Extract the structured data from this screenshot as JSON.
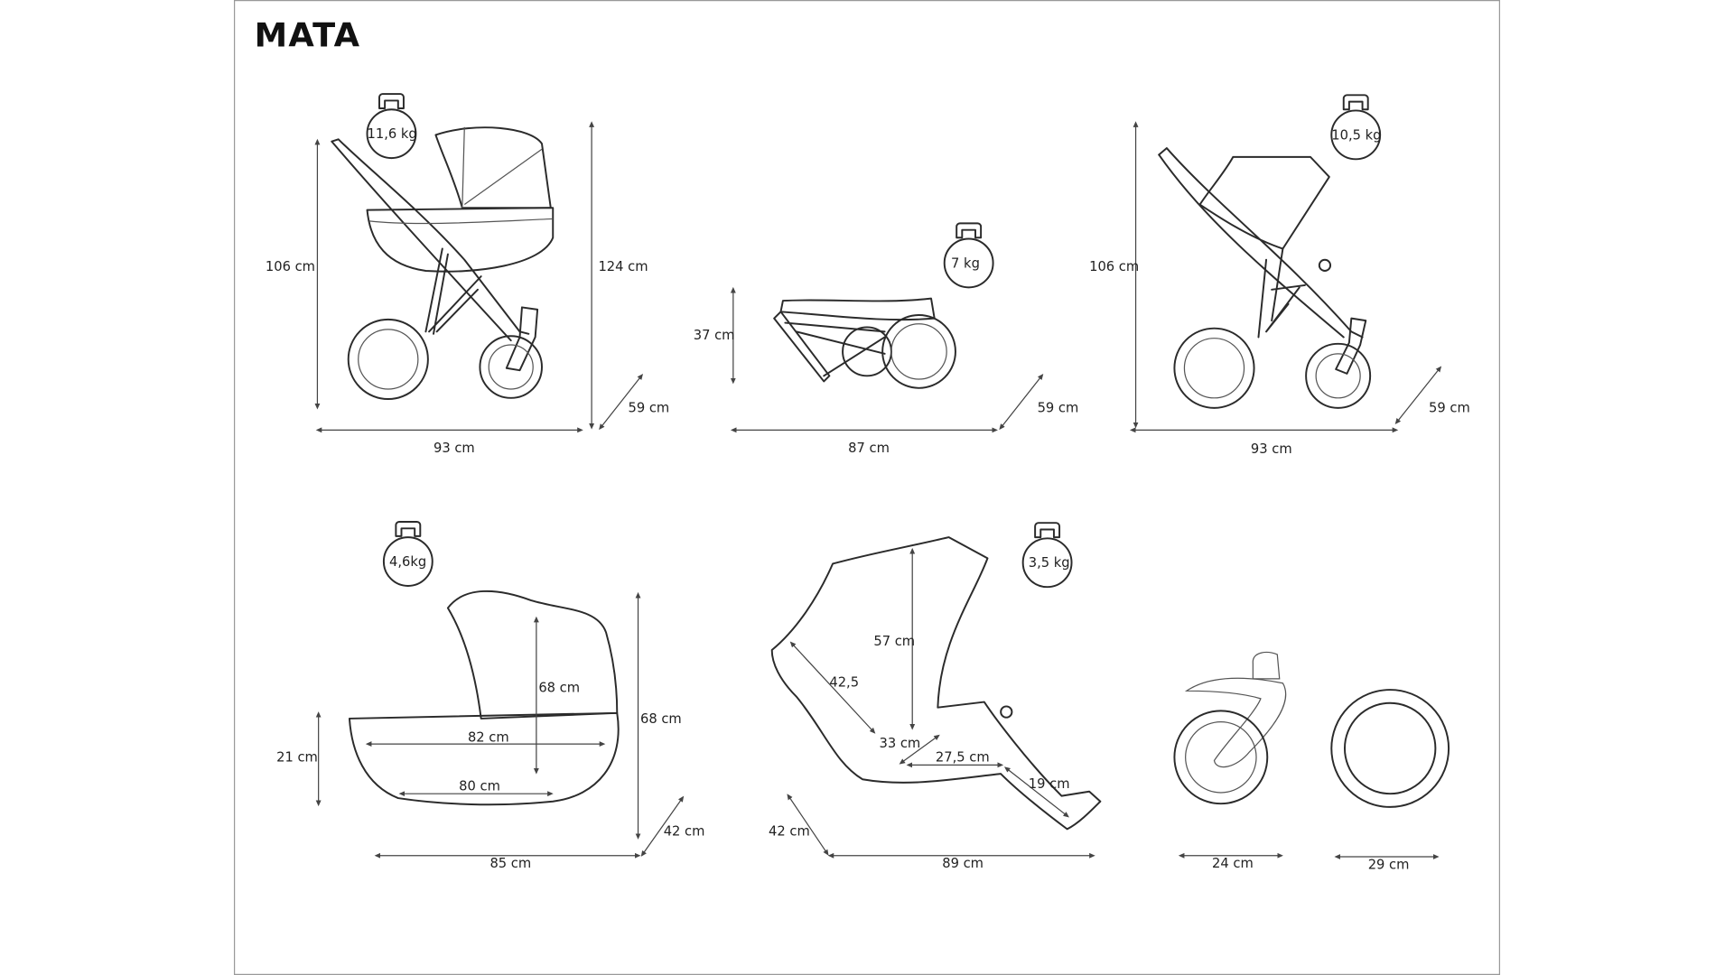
{
  "brand": "MATA",
  "views": {
    "pram": {
      "weight": "11,6 kg",
      "height": "106 cm",
      "total_height": "124 cm",
      "depth": "59 cm",
      "length": "93 cm"
    },
    "folded": {
      "weight": "7 kg",
      "height": "37 cm",
      "depth": "59 cm",
      "length": "87 cm"
    },
    "stroller": {
      "weight": "10,5 kg",
      "height": "106 cm",
      "depth": "59 cm",
      "length": "93 cm"
    },
    "carrycot": {
      "weight": "4,6kg",
      "height": "21 cm",
      "canopy_height": "68 cm",
      "total_height": "68 cm",
      "top_length": "82 cm",
      "bottom_length": "80 cm",
      "depth": "42 cm",
      "length": "85 cm"
    },
    "seat": {
      "weight": "3,5 kg",
      "back_height": "57 cm",
      "back_length": "42,5",
      "seat_depth": "33 cm",
      "seat_length": "27,5 cm",
      "leg_rest": "19 cm",
      "depth": "42 cm",
      "length": "89 cm"
    },
    "front_wheel": {
      "size": "24 cm"
    },
    "rear_wheel": {
      "size": "29 cm"
    }
  }
}
